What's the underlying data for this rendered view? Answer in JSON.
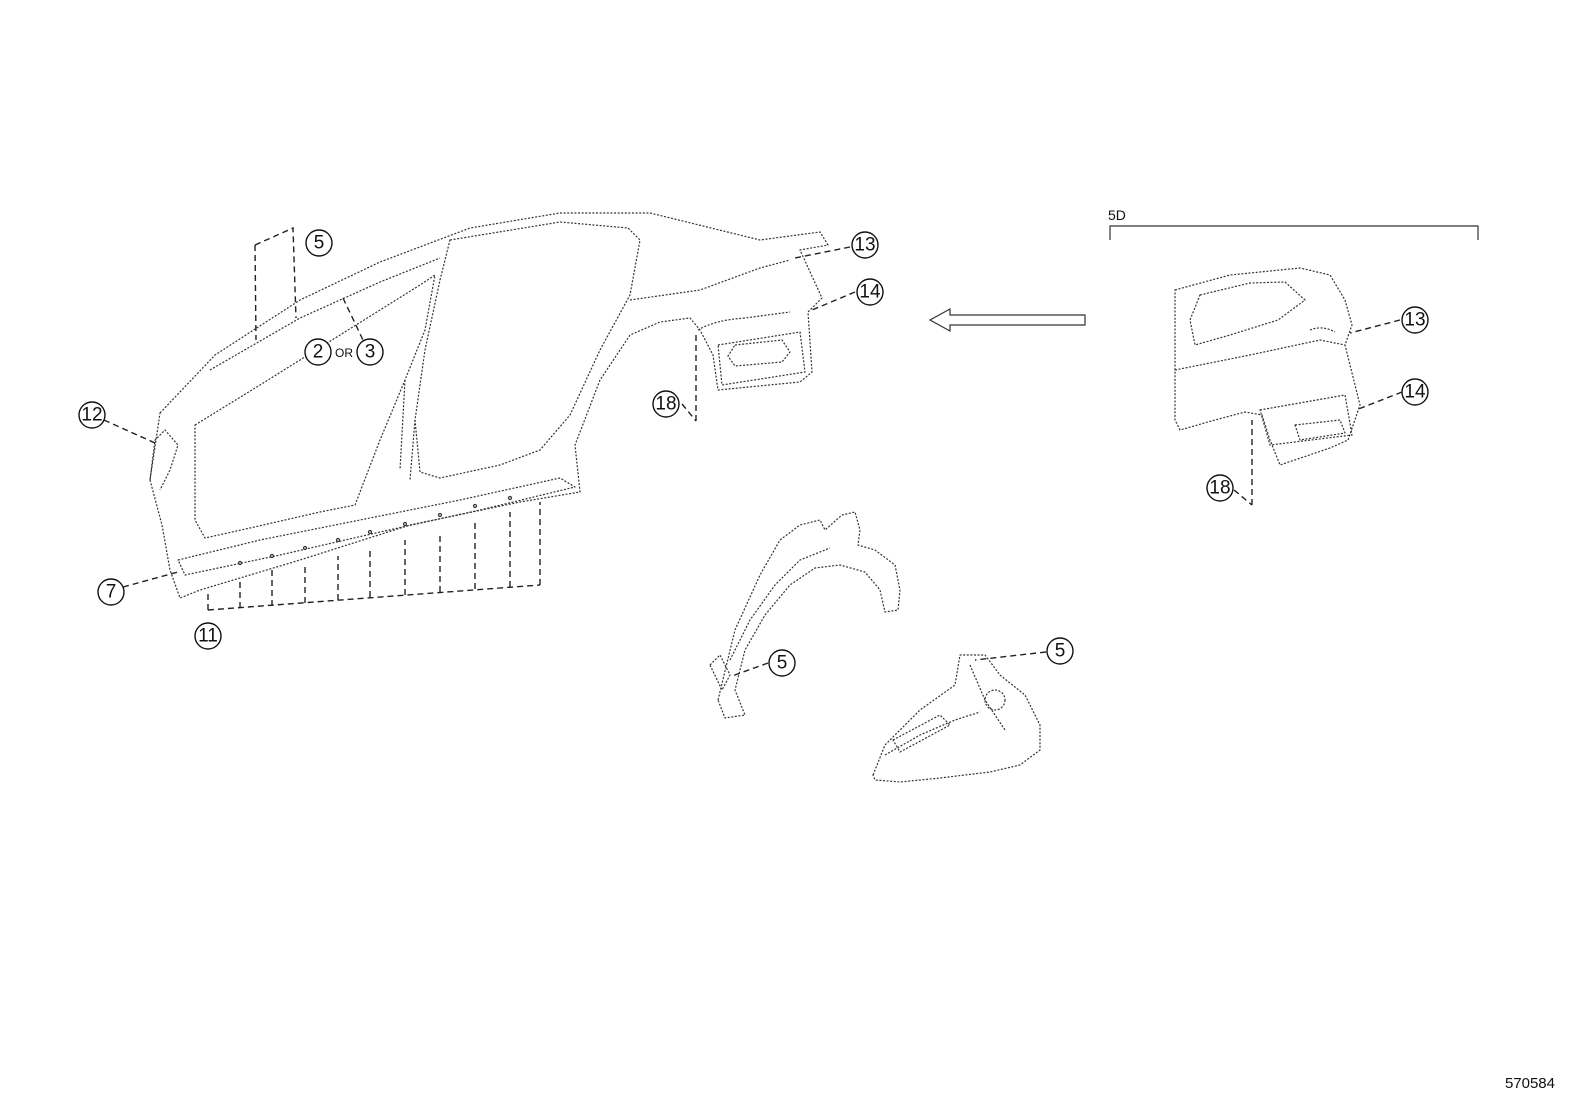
{
  "callouts": {
    "main_5": "5",
    "main_2": "2",
    "main_or": "OR",
    "main_3": "3",
    "main_12": "12",
    "main_7": "7",
    "main_11": "11",
    "main_13": "13",
    "main_14": "14",
    "main_18": "18",
    "inner_5": "5",
    "wheelhouse_5": "5",
    "alt_13": "13",
    "alt_14": "14",
    "alt_18": "18"
  },
  "variant_label": "5D",
  "reference_number": "570584",
  "colors": {
    "line": "#333333",
    "background": "#ffffff"
  }
}
